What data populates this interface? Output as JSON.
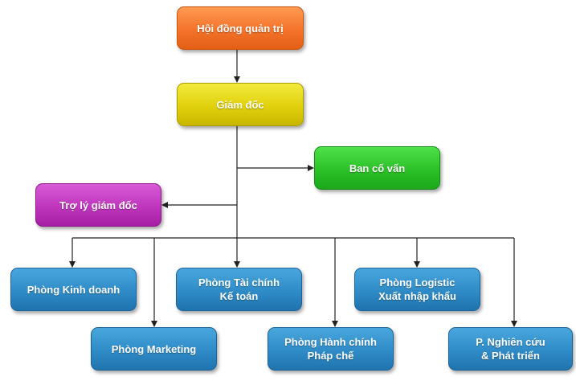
{
  "org_chart": {
    "board": "Hội đồng quản trị",
    "director": "Giám đốc",
    "advisory": "Ban cố vấn",
    "assistant": "Trợ lý giám đốc",
    "departments": {
      "sales": "Phòng Kinh doanh",
      "finance": "Phòng Tài chính\nKế toán",
      "logistic": "Phòng Logistic\nXuất nhập khẩu",
      "marketing": "Phòng Marketing",
      "admin": "Phòng Hành chính\nPháp chế",
      "rnd": "P. Nghiên cứu\n& Phát triển"
    }
  },
  "colors": {
    "board": "#f4732a",
    "director": "#e0d10d",
    "advisory": "#2cc128",
    "assistant": "#bf36bd",
    "departments": "#2f8bc6",
    "connector": "#222222"
  }
}
